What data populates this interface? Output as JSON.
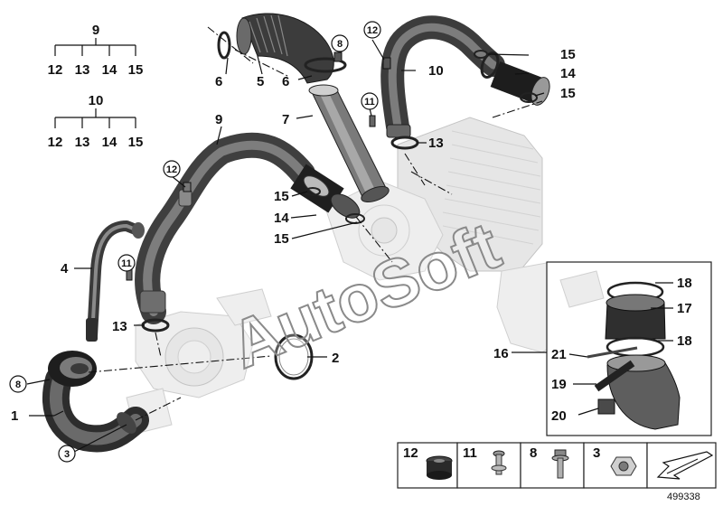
{
  "groups": [
    {
      "parent": "9",
      "children": [
        "12",
        "13",
        "14",
        "15"
      ]
    },
    {
      "parent": "10",
      "children": [
        "12",
        "13",
        "14",
        "15"
      ]
    }
  ],
  "callouts": {
    "c1": "1",
    "c2": "2",
    "c3": "3",
    "c4": "4",
    "c5": "5",
    "c6a": "6",
    "c6b": "6",
    "c7": "7",
    "c8a": "8",
    "c8b": "8",
    "c9": "9",
    "c10": "10",
    "c11a": "11",
    "c11b": "11",
    "c12a": "12",
    "c12b": "12",
    "c13a": "13",
    "c13b": "13",
    "c14a": "14",
    "c14b": "14",
    "c15a": "15",
    "c15b": "15",
    "c15c": "15",
    "c15d": "15",
    "c16": "16",
    "c17": "17",
    "c18a": "18",
    "c18b": "18",
    "c19": "19",
    "c20": "20",
    "c21": "21"
  },
  "legend": [
    {
      "num": "12",
      "icon": "grommet-icon"
    },
    {
      "num": "11",
      "icon": "screw-icon"
    },
    {
      "num": "8",
      "icon": "bolt-icon"
    },
    {
      "num": "3",
      "icon": "nut-icon"
    }
  ],
  "watermark": "AutoSoft",
  "diagram_id": "499338"
}
